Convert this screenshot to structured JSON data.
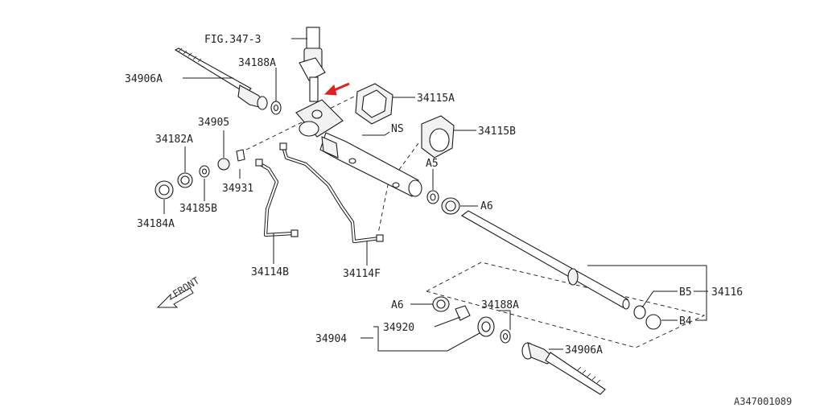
{
  "diagram": {
    "figure_id": "A347001089",
    "front_label": "FRONT",
    "labels": {
      "fig_ref": "FIG.347-3",
      "p34188A_top": "34188A",
      "p34906A_top": "34906A",
      "p34115A": "34115A",
      "pNS": "NS",
      "p34115B": "34115B",
      "p34905": "34905",
      "p34182A": "34182A",
      "p34931": "34931",
      "p34185B": "34185B",
      "p34184A": "34184A",
      "pA5": "A5",
      "pA6_top": "A6",
      "p34114B": "34114B",
      "p34114F": "34114F",
      "pB5": "B5",
      "p34116": "34116",
      "pB4": "B4",
      "pA6_bot": "A6",
      "p34188A_bot": "34188A",
      "p34920": "34920",
      "p34904": "34904",
      "p34906A_bot": "34906A"
    },
    "accent_color": "#e02020",
    "line_color": "#1a1a1a"
  }
}
